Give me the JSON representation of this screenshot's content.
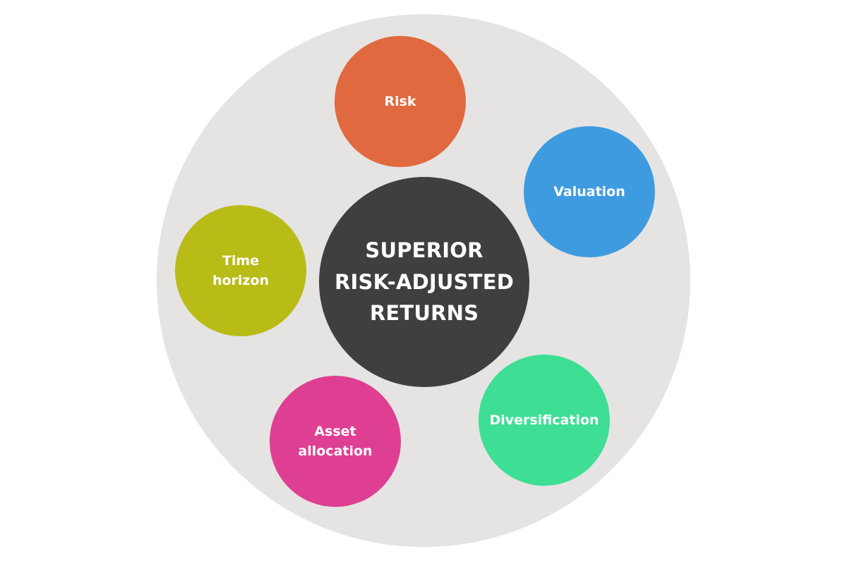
{
  "diagram": {
    "center": {
      "label": "SUPERIOR\nRISK-ADJUSTED\nRETURNS",
      "color": "#403e3f"
    },
    "nodes": [
      {
        "label": "Risk",
        "color": "#e0693f"
      },
      {
        "label": "Valuation",
        "color": "#3f9be0"
      },
      {
        "label": "Time\nhorizon",
        "color": "#b9bb17"
      },
      {
        "label": "Diversification",
        "color": "#3ede95"
      },
      {
        "label": "Asset\nallocation",
        "color": "#de3f92"
      }
    ],
    "background_color": "#e5e4e3"
  }
}
